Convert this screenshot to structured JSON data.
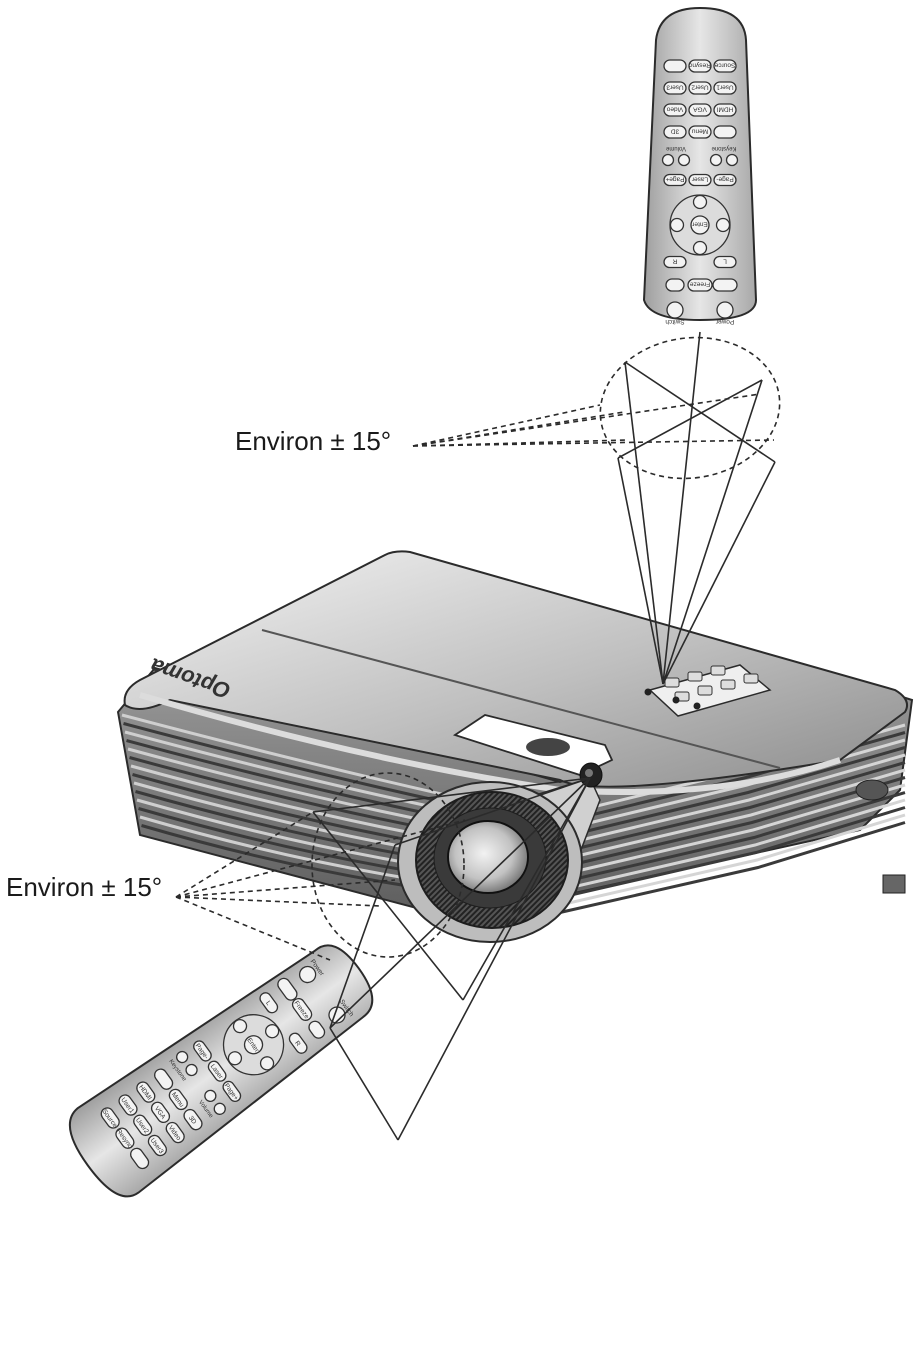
{
  "labels": {
    "top": "Environ ± 15°",
    "bottom": "Environ ± 15°"
  },
  "brand": "Optoma",
  "remote": {
    "buttons": {
      "power": "Power",
      "switch": "Switch",
      "freeze": "Freeze",
      "enter": "Enter",
      "page_minus": "Page-",
      "page_plus": "Page+",
      "laser": "Laser",
      "keystone": "Keystone",
      "volume": "Volume",
      "menu": "Menu",
      "video": "Video",
      "vga": "VGA",
      "hdmi": "HDMI",
      "three_d": "3D",
      "user1": "User1",
      "user2": "User2",
      "user3": "User3",
      "source": "Source",
      "resync": "Resync",
      "l": "L",
      "r": "R"
    }
  },
  "colors": {
    "outline": "#2b2b2b",
    "body_light": "#e8e8e8",
    "body_mid": "#bdbdbd",
    "body_dark": "#6f6f6f"
  }
}
